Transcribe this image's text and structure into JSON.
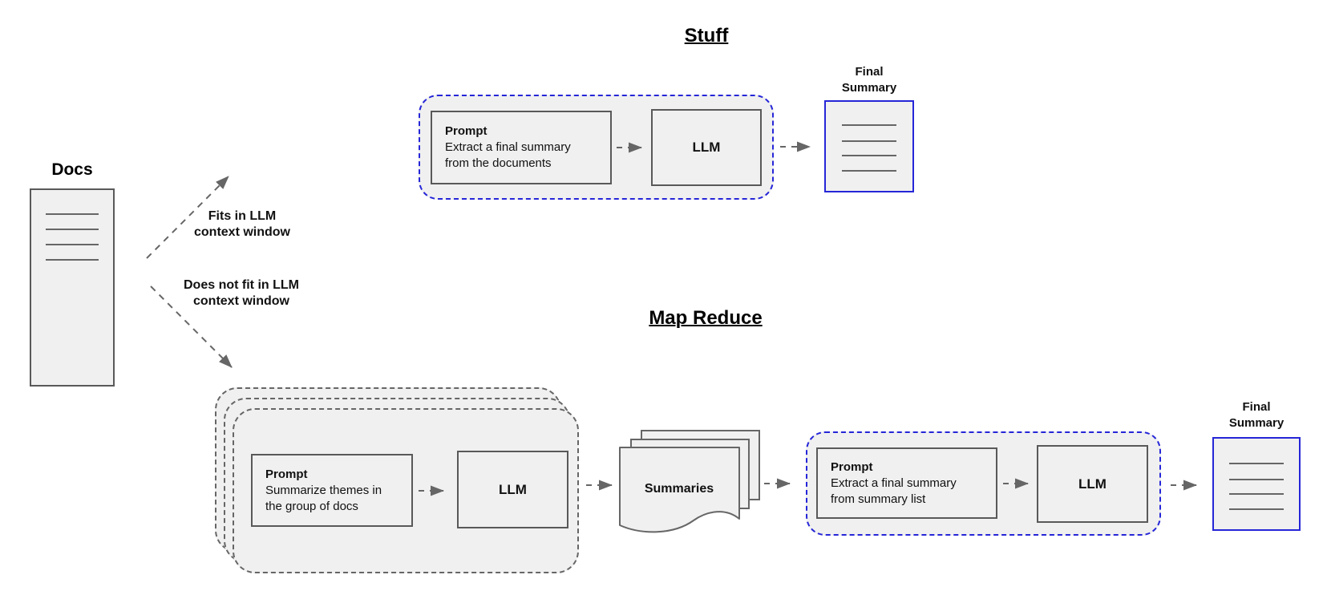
{
  "colors": {
    "box_fill": "#f0f0f0",
    "box_border": "#595959",
    "dash_and_arrow_gray": "#666666",
    "blue_accent": "#2626d8",
    "text": "#111111"
  },
  "docs": {
    "label": "Docs"
  },
  "branches": {
    "fits_label": "Fits in LLM\ncontext window",
    "does_not_fit_label": "Does not fit in LLM\ncontext window"
  },
  "stuff": {
    "title": "Stuff",
    "prompt_title": "Prompt",
    "prompt_body": "Extract a final summary\nfrom the documents",
    "llm_label": "LLM",
    "final_summary_label": "Final\nSummary"
  },
  "map_reduce": {
    "title": "Map Reduce",
    "map_prompt_title": "Prompt",
    "map_prompt_body": "Summarize themes in\nthe group of docs",
    "map_llm_label": "LLM",
    "summaries_label": "Summaries",
    "reduce_prompt_title": "Prompt",
    "reduce_prompt_body": "Extract a final summary\nfrom summary list",
    "reduce_llm_label": "LLM",
    "final_summary_label": "Final\nSummary"
  }
}
